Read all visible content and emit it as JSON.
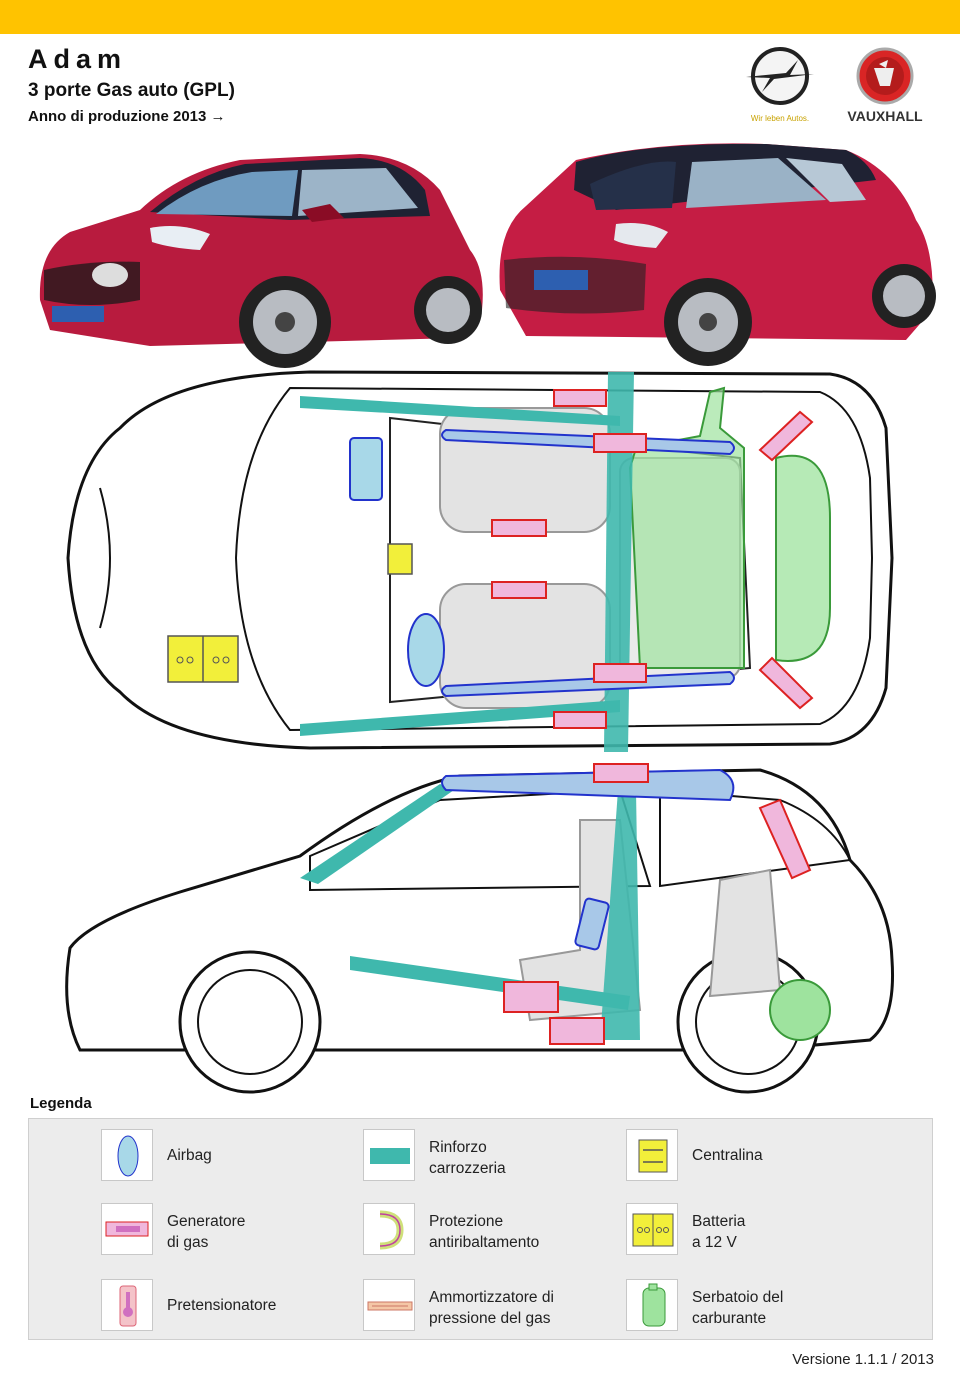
{
  "header": {
    "title": "Adam",
    "subtitle": "3 porte Gas auto (GPL)",
    "year_label": "Anno di produzione 2013 →",
    "opel_slogan": "Wir leben Autos.",
    "vauxhall_label": "VAUXHALL"
  },
  "colors": {
    "accent_bar": "#ffc300",
    "airbag": "#a8d8e8",
    "airbag_border": "#2233cc",
    "body_reinforcement": "#3fb8ad",
    "gas_generator": "#d070c0",
    "generator_border": "#dd2222",
    "control_unit": "#f2ef3a",
    "fuel_tank": "#9ee39e"
  },
  "legend": {
    "title": "Legenda",
    "items": [
      {
        "label": "Airbag",
        "icon": "airbag-icon"
      },
      {
        "label": "Rinforzo\ncarrozzeria",
        "icon": "body-reinforcement-icon"
      },
      {
        "label": "Centralina",
        "icon": "control-unit-icon"
      },
      {
        "label": "Generatore\ndi gas",
        "icon": "gas-generator-icon"
      },
      {
        "label": "Protezione\nantiribaltamento",
        "icon": "rollover-protection-icon"
      },
      {
        "label": "Batteria\na 12 V",
        "icon": "battery-icon"
      },
      {
        "label": "Pretensionatore",
        "icon": "pretensioner-icon"
      },
      {
        "label": "Ammortizzatore di\npressione del gas",
        "icon": "gas-strut-icon"
      },
      {
        "label": "Serbatoio del\ncarburante",
        "icon": "fuel-tank-icon"
      }
    ]
  },
  "footer": {
    "version": "Versione 1.1.1 / 2013"
  }
}
